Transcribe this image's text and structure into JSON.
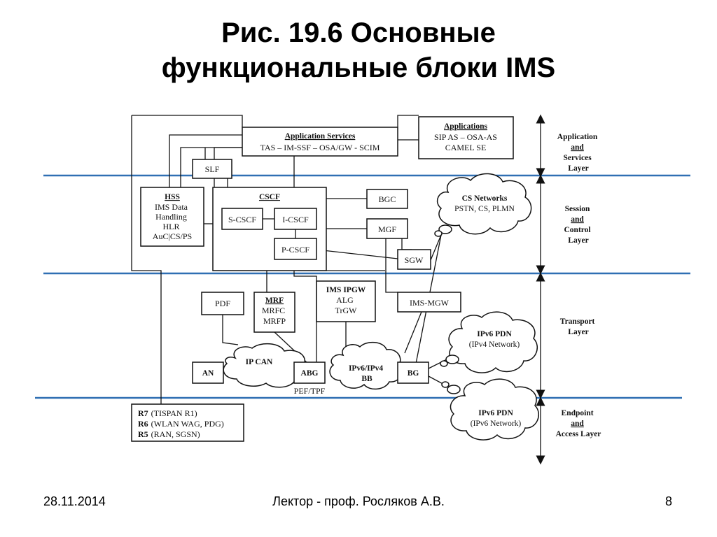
{
  "slide": {
    "title_line1": "Рис. 19.6 Основные",
    "title_line2": "функциональные блоки IMS",
    "date": "28.11.2014",
    "author": "Лектор - проф. Росляков А.В.",
    "page": "8"
  },
  "diagram": {
    "layers": {
      "application": [
        "Application",
        "and",
        "Services",
        "Layer"
      ],
      "session": [
        "Session",
        "and",
        "Control",
        "Layer"
      ],
      "transport": [
        "Transport",
        "Layer"
      ],
      "endpoint": [
        "Endpoint",
        "and",
        "Access Layer"
      ]
    },
    "app_services": {
      "title": "Application Services",
      "text": "TAS – IM-SSF – OSA/GW - SCIM"
    },
    "applications": {
      "title": "Applications",
      "line1": "SIP AS – OSA-AS",
      "line2": "CAMEL SE"
    },
    "slf": "SLF",
    "hss": {
      "title": "HSS",
      "lines": [
        "IMS Data",
        "Handling",
        "HLR",
        "AuC|CS/PS"
      ]
    },
    "cscf": {
      "title": "CSCF",
      "s": "S-CSCF",
      "i": "I-CSCF",
      "p": "P-CSCF"
    },
    "bgc": "BGC",
    "mgf": "MGF",
    "sgw": "SGW",
    "cs_networks": {
      "title": "CS Networks",
      "text": "PSTN, CS, PLMN"
    },
    "pdf": "PDF",
    "mrf": {
      "title": "MRF",
      "lines": [
        "MRFC",
        "MRFP"
      ]
    },
    "ims_ipgw": {
      "title": "IMS IPGW",
      "lines": [
        "ALG",
        "TrGW"
      ]
    },
    "ims_mgw": "IMS-MGW",
    "ipv6_pdn_1": {
      "title": "IPv6 PDN",
      "text": "(IPv4 Network)"
    },
    "ipv6_pdn_2": {
      "title": "IPv6 PDN",
      "text": "(IPv6 Network)"
    },
    "ip_can": "IP CAN",
    "an": "AN",
    "abg": "ABG",
    "ipv6_ipv4_bb": [
      "IPv6/IPv4",
      "BB"
    ],
    "bg": "BG",
    "pef_tpf": "PEF/TPF",
    "endpoints": [
      {
        "code": "R7",
        "text": "(TISPAN R1)"
      },
      {
        "code": "R6",
        "text": "(WLAN WAG, PDG)"
      },
      {
        "code": "R5",
        "text": "(RAN, SGSN)"
      }
    ]
  }
}
